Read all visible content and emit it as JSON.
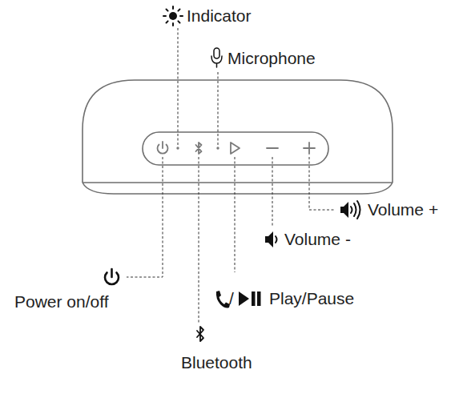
{
  "diagram": {
    "labels": [
      "Indicator",
      "Microphone",
      "Volume +",
      "Volume -",
      "Power on/off",
      "/",
      "Play/Pause",
      "Bluetooth"
    ]
  }
}
